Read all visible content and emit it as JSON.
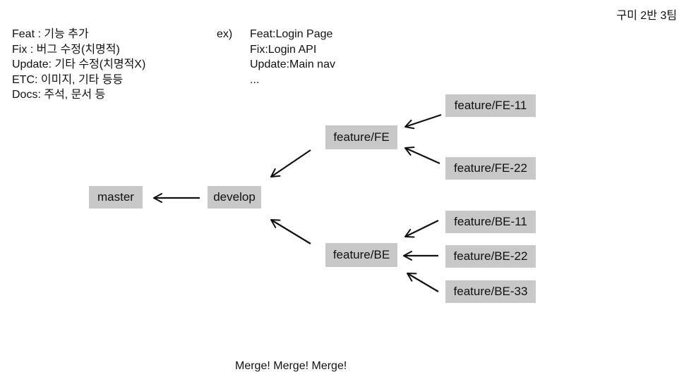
{
  "team": "구미 2반 3팀",
  "legend": [
    "Feat : 기능 추가",
    "Fix : 버그 수정(치명적)",
    "Update: 기타 수정(치명적X)",
    "ETC: 이미지, 기타 등등",
    "Docs: 주석, 문서 등"
  ],
  "example_label": "ex)",
  "examples": [
    "Feat:Login Page",
    "Fix:Login API",
    "Update:Main nav",
    "..."
  ],
  "nodes": {
    "master": "master",
    "develop": "develop",
    "feature_fe": "feature/FE",
    "feature_be": "feature/BE",
    "feature_fe_11": "feature/FE-11",
    "feature_fe_22": "feature/FE-22",
    "feature_be_11": "feature/BE-11",
    "feature_be_22": "feature/BE-22",
    "feature_be_33": "feature/BE-33"
  },
  "footer": "Merge! Merge! Merge!",
  "colors": {
    "node_fill": "#c8c8c8",
    "text": "#111111",
    "arrow": "#111111"
  }
}
